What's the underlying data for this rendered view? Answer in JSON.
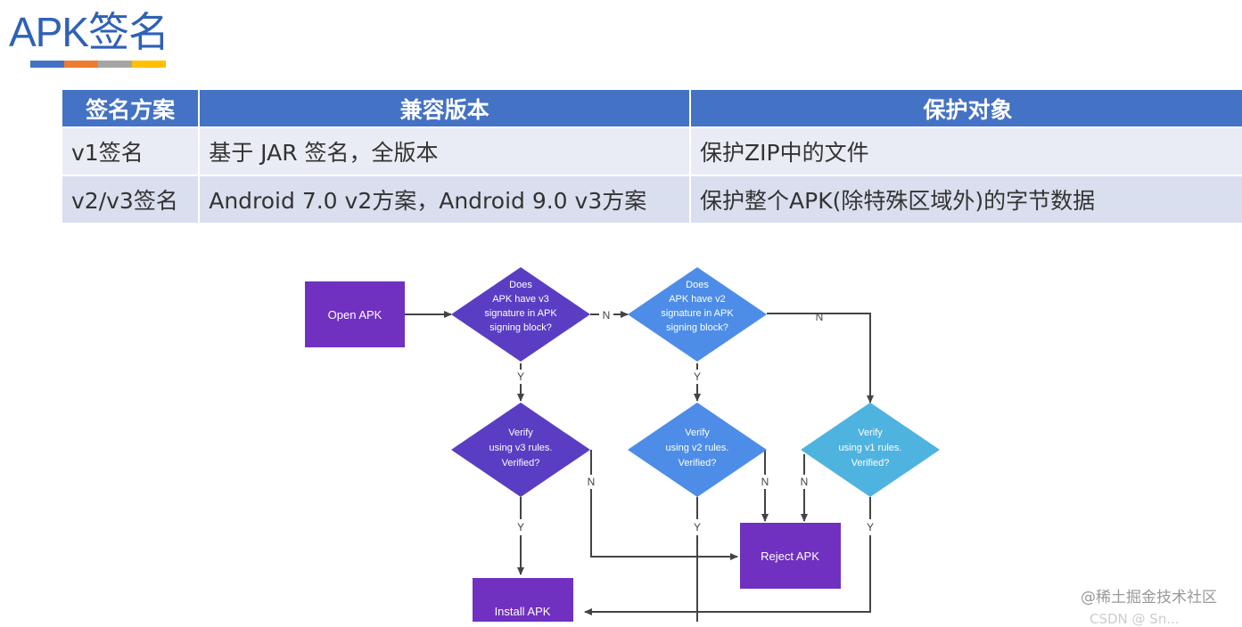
{
  "title": "APK签名",
  "accent_colors": [
    "#4472c4",
    "#ed7d31",
    "#a5a5a5",
    "#ffc000"
  ],
  "table": {
    "headers": [
      "签名方案",
      "兼容版本",
      "保护对象"
    ],
    "rows": [
      [
        "v1签名",
        "基于 JAR 签名，全版本",
        "保护ZIP中的文件"
      ],
      [
        "v2/v3签名",
        "Android 7.0 v2方案，Android 9.0 v3方案",
        "保护整个APK(除特殊区域外)的字节数据"
      ]
    ]
  },
  "flowchart": {
    "open": "Open APK",
    "q_v3": [
      "Does",
      "APK have v3",
      "signature in APK",
      "signing block?"
    ],
    "q_v2": [
      "Does",
      "APK have v2",
      "signature in APK",
      "signing block?"
    ],
    "verify_v3": [
      "Verify",
      "using v3 rules.",
      "Verified?"
    ],
    "verify_v2": [
      "Verify",
      "using v2 rules.",
      "Verified?"
    ],
    "verify_v1": [
      "Verify",
      "using v1 rules.",
      "Verified?"
    ],
    "reject": "Reject APK",
    "install": "Install APK",
    "yes": "Y",
    "no": "N",
    "colors": {
      "open": "#7030c0",
      "v3": "#5b3dc4",
      "v2": "#4d8de8",
      "v1": "#4fb3e0",
      "reject": "#7030c0",
      "install": "#7030c0"
    }
  },
  "watermark": "@稀土掘金技术社区",
  "watermark2": "CSDN @ Sn..."
}
